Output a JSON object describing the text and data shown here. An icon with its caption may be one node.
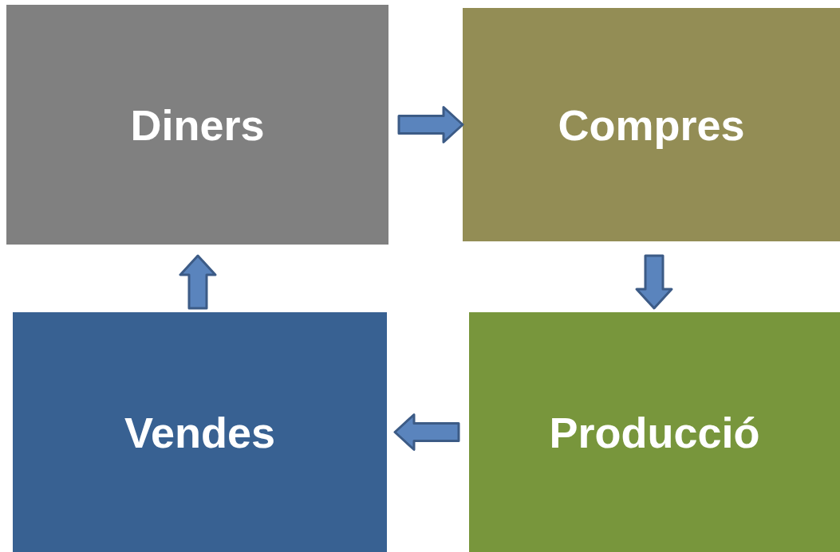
{
  "diagram": {
    "nodes": [
      {
        "text": [
          "Diners"
        ]
      },
      {
        "text": [
          "Compres"
        ]
      },
      {
        "text": [
          "Producció"
        ]
      },
      {
        "text": [
          "Vendes"
        ]
      }
    ],
    "edges": [
      {
        "from": 0,
        "to": 1,
        "arrow": "to"
      },
      {
        "from": 1,
        "to": 2,
        "arrow": "to"
      },
      {
        "from": 2,
        "to": 3,
        "arrow": "to"
      },
      {
        "from": 3,
        "to": 0,
        "arrow": "to"
      }
    ]
  }
}
